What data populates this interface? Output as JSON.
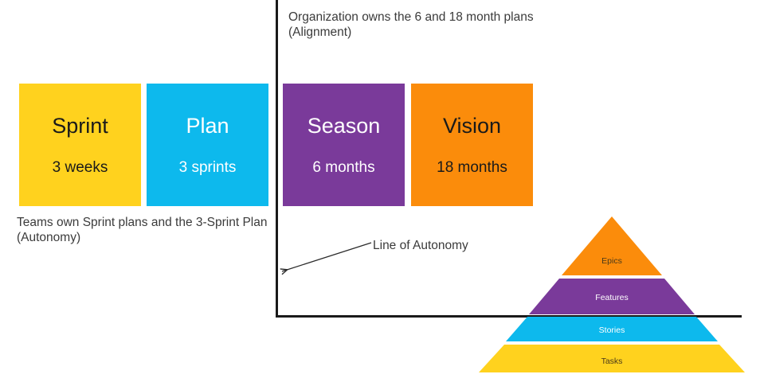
{
  "colors": {
    "yellow": "#FFD21E",
    "cyan": "#0DB9ED",
    "purple": "#7A3A9A",
    "orange": "#FB8C0B",
    "line": "#1A1A1A",
    "text_gray": "#3B3B3B",
    "text_dark": "#1A1A1A",
    "text_white": "#FFFFFF"
  },
  "captions": {
    "organization": "Organization owns the 6 and 18 month plans\n(Alignment)",
    "teams": "Teams own Sprint plans and the 3-Sprint Plan\n(Autonomy)"
  },
  "tiles": [
    {
      "title": "Sprint",
      "subtitle": "3 weeks",
      "bg": "#FFD21E",
      "fg": "#1A1A1A"
    },
    {
      "title": "Plan",
      "subtitle": "3 sprints",
      "bg": "#0DB9ED",
      "fg": "#FFFFFF"
    },
    {
      "title": "Season",
      "subtitle": "6 months",
      "bg": "#7A3A9A",
      "fg": "#FFFFFF"
    },
    {
      "title": "Vision",
      "subtitle": "18 months",
      "bg": "#FB8C0B",
      "fg": "#1A1A1A"
    }
  ],
  "annotation": {
    "autonomy_label": "Line of Autonomy"
  },
  "pyramid": {
    "layers": [
      {
        "label": "Epics",
        "color": "#FB8C0B",
        "text_color": "#4A3A1A"
      },
      {
        "label": "Features",
        "color": "#7A3A9A",
        "text_color": "#FFFFFF"
      },
      {
        "label": "Stories",
        "color": "#0DB9ED",
        "text_color": "#FFFFFF"
      },
      {
        "label": "Tasks",
        "color": "#FFD21E",
        "text_color": "#4A3A1A"
      }
    ]
  }
}
